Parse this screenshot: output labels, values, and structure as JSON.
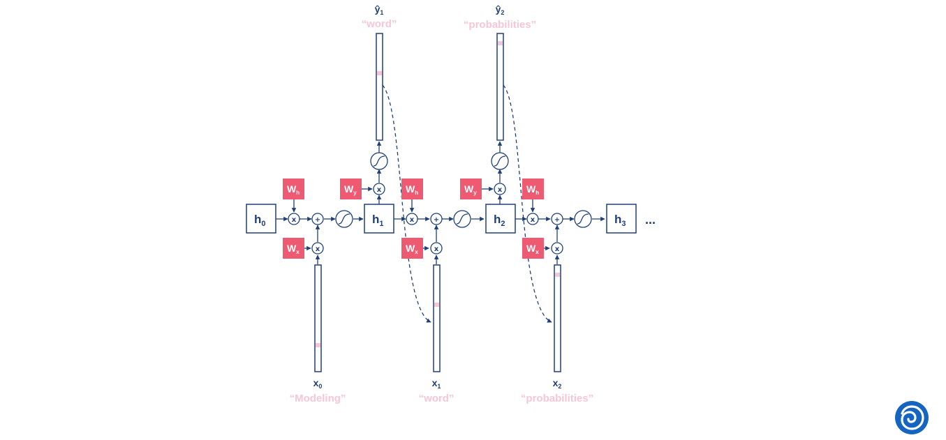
{
  "diagram": {
    "hidden_states": [
      {
        "label": "h",
        "sub": "0"
      },
      {
        "label": "h",
        "sub": "1"
      },
      {
        "label": "h",
        "sub": "2"
      },
      {
        "label": "h",
        "sub": "3"
      }
    ],
    "continuation": "...",
    "inputs": [
      {
        "label": "x",
        "sub": "0",
        "word": "“Modeling”"
      },
      {
        "label": "x",
        "sub": "1",
        "word": "“word”"
      },
      {
        "label": "x",
        "sub": "2",
        "word": "“probabilities”"
      }
    ],
    "outputs": [
      {
        "label": "ŷ",
        "sub": "1",
        "word": "“word”"
      },
      {
        "label": "ŷ",
        "sub": "2",
        "word": "“probabilities”"
      }
    ],
    "weights": {
      "hidden": {
        "label": "W",
        "sub": "h"
      },
      "input": {
        "label": "W",
        "sub": "x"
      },
      "output": {
        "label": "W",
        "sub": "y"
      }
    },
    "ops": {
      "multiply": "x",
      "add": "+"
    },
    "colors": {
      "line": "#1f3f77",
      "weight_fill": "#ef5a73",
      "highlight": "#f7c6d6"
    }
  },
  "logo": {
    "icon": "swirl-logo-icon",
    "color": "#1565c0"
  }
}
